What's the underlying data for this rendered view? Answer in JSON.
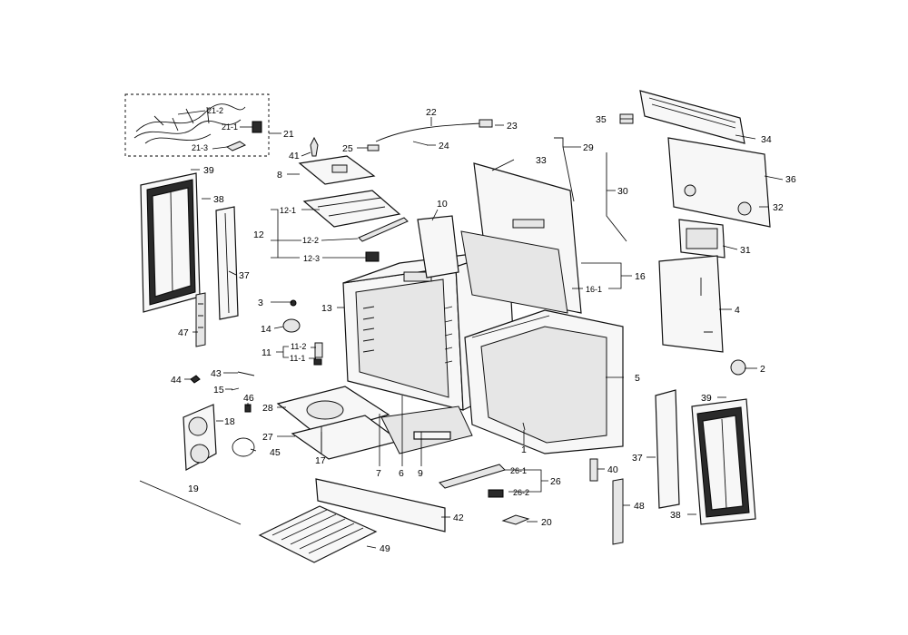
{
  "callouts": [
    {
      "id": "c-21-2",
      "text": "21-2"
    },
    {
      "id": "c-21-1",
      "text": "21-1"
    },
    {
      "id": "c-21-3",
      "text": "21-3"
    },
    {
      "id": "c-21",
      "text": "21"
    },
    {
      "id": "c-22",
      "text": "22"
    },
    {
      "id": "c-23",
      "text": "23"
    },
    {
      "id": "c-24",
      "text": "24"
    },
    {
      "id": "c-25",
      "text": "25"
    },
    {
      "id": "c-41",
      "text": "41"
    },
    {
      "id": "c-8",
      "text": "8"
    },
    {
      "id": "c-39a",
      "text": "39"
    },
    {
      "id": "c-38a",
      "text": "38"
    },
    {
      "id": "c-12-1",
      "text": "12-1"
    },
    {
      "id": "c-12",
      "text": "12"
    },
    {
      "id": "c-12-2",
      "text": "12-2"
    },
    {
      "id": "c-12-3",
      "text": "12-3"
    },
    {
      "id": "c-10",
      "text": "10"
    },
    {
      "id": "c-33",
      "text": "33"
    },
    {
      "id": "c-29",
      "text": "29"
    },
    {
      "id": "c-30",
      "text": "30"
    },
    {
      "id": "c-35",
      "text": "35"
    },
    {
      "id": "c-34",
      "text": "34"
    },
    {
      "id": "c-36",
      "text": "36"
    },
    {
      "id": "c-32",
      "text": "32"
    },
    {
      "id": "c-31",
      "text": "31"
    },
    {
      "id": "c-16",
      "text": "16"
    },
    {
      "id": "c-16-1",
      "text": "16-1"
    },
    {
      "id": "c-4",
      "text": "4"
    },
    {
      "id": "c-37a",
      "text": "37"
    },
    {
      "id": "c-3",
      "text": "3"
    },
    {
      "id": "c-13",
      "text": "13"
    },
    {
      "id": "c-14",
      "text": "14"
    },
    {
      "id": "c-47",
      "text": "47"
    },
    {
      "id": "c-11-2",
      "text": "11-2"
    },
    {
      "id": "c-11",
      "text": "11"
    },
    {
      "id": "c-11-1",
      "text": "11-1"
    },
    {
      "id": "c-44",
      "text": "44"
    },
    {
      "id": "c-43",
      "text": "43"
    },
    {
      "id": "c-15",
      "text": "15"
    },
    {
      "id": "c-46",
      "text": "46"
    },
    {
      "id": "c-18",
      "text": "18"
    },
    {
      "id": "c-28",
      "text": "28"
    },
    {
      "id": "c-27",
      "text": "27"
    },
    {
      "id": "c-45",
      "text": "45"
    },
    {
      "id": "c-17",
      "text": "17"
    },
    {
      "id": "c-7",
      "text": "7"
    },
    {
      "id": "c-6",
      "text": "6"
    },
    {
      "id": "c-9",
      "text": "9"
    },
    {
      "id": "c-1",
      "text": "1"
    },
    {
      "id": "c-5",
      "text": "5"
    },
    {
      "id": "c-2",
      "text": "2"
    },
    {
      "id": "c-39b",
      "text": "39"
    },
    {
      "id": "c-37b",
      "text": "37"
    },
    {
      "id": "c-40",
      "text": "40"
    },
    {
      "id": "c-26-1",
      "text": "26-1"
    },
    {
      "id": "c-26",
      "text": "26"
    },
    {
      "id": "c-26-2",
      "text": "26-2"
    },
    {
      "id": "c-48",
      "text": "48"
    },
    {
      "id": "c-38b",
      "text": "38"
    },
    {
      "id": "c-19",
      "text": "19"
    },
    {
      "id": "c-42",
      "text": "42"
    },
    {
      "id": "c-20",
      "text": "20"
    },
    {
      "id": "c-49",
      "text": "49"
    }
  ]
}
